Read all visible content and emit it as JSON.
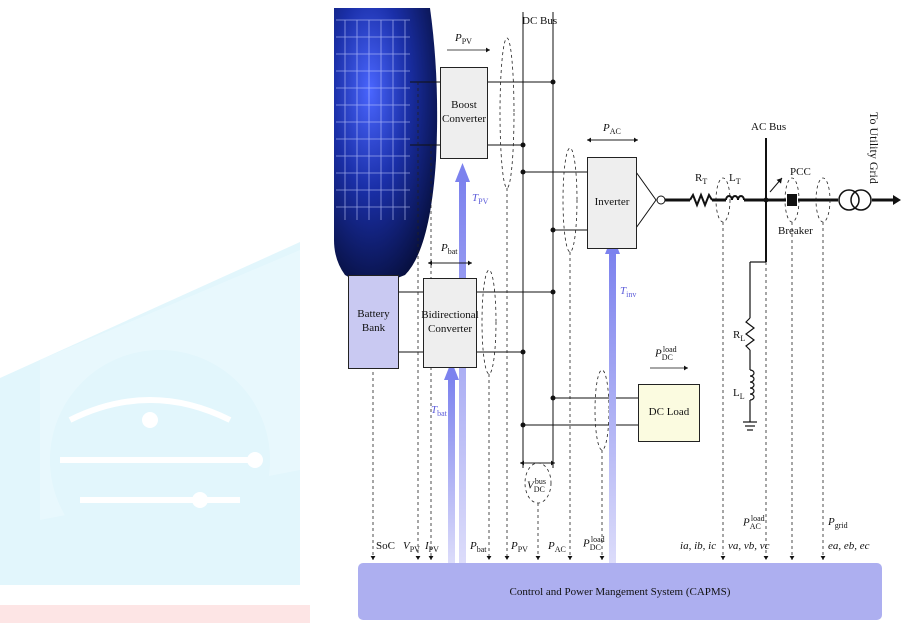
{
  "diagram": {
    "blocks": {
      "boost_converter": "Boost\nConverter",
      "bidirectional_converter": "Bidirectional\nConverter",
      "battery_bank": "Battery\nBank",
      "inverter": "Inverter",
      "dc_load": "DC Load",
      "capms": "Control and Power Mangement System (CAPMS)"
    },
    "buses": {
      "dc_bus": "DC Bus",
      "ac_bus": "AC Bus",
      "pcc": "PCC",
      "breaker": "Breaker",
      "utility_grid": "To Utility Grid"
    },
    "power_labels": {
      "p_pv": "P",
      "p_pv_sub": "PV",
      "p_bat": "P",
      "p_bat_sub": "bat",
      "p_ac": "P",
      "p_ac_sub": "AC",
      "p_dc_load": "P",
      "p_dc_load_sub": "DC",
      "p_dc_load_sup": "load"
    },
    "components": {
      "rt": "R",
      "rt_sub": "T",
      "lt": "L",
      "lt_sub": "T",
      "rl": "R",
      "rl_sub": "L",
      "ll": "L",
      "ll_sub": "L"
    },
    "control_signals": {
      "t_pv": "T",
      "t_pv_sub": "PV",
      "t_bat": "T",
      "t_bat_sub": "bat",
      "t_inv": "T",
      "t_inv_sub": "inv",
      "v_dc_bus": "V",
      "v_dc_bus_sub": "DC",
      "v_dc_bus_sup": "bus"
    },
    "measurements": {
      "soc": "SoC",
      "v_pv": "V",
      "v_pv_sub": "PV",
      "i_pv": "I",
      "i_pv_sub": "PV",
      "p_bat": "P",
      "p_bat_sub": "bat",
      "p_pv": "P",
      "p_pv_sub": "PV",
      "p_ac": "P",
      "p_ac_sub": "AC",
      "p_dc_load": "P",
      "p_dc_load_sub": "DC",
      "p_dc_load_sup": "load",
      "currents": "i",
      "currents_tail": "a, i",
      "currents_b": "b, i",
      "currents_c": "c",
      "p_ac_load": "P",
      "p_ac_load_sub": "AC",
      "p_ac_load_sup": "load",
      "voltages": "v",
      "voltages_a": "a, v",
      "voltages_b": "b, v",
      "voltages_c": "c",
      "p_grid": "P",
      "p_grid_sub": "grid",
      "grid_e": "e",
      "grid_a": "a, e",
      "grid_b": "b, e",
      "grid_c": "c"
    },
    "colors": {
      "capms_fill": "#adaff0",
      "control_arrow": "#8a8ff0",
      "panel_dark": "#0b1b5c",
      "panel_light": "#4a66ff",
      "watermark_cyan": "#5fd4ec"
    }
  }
}
